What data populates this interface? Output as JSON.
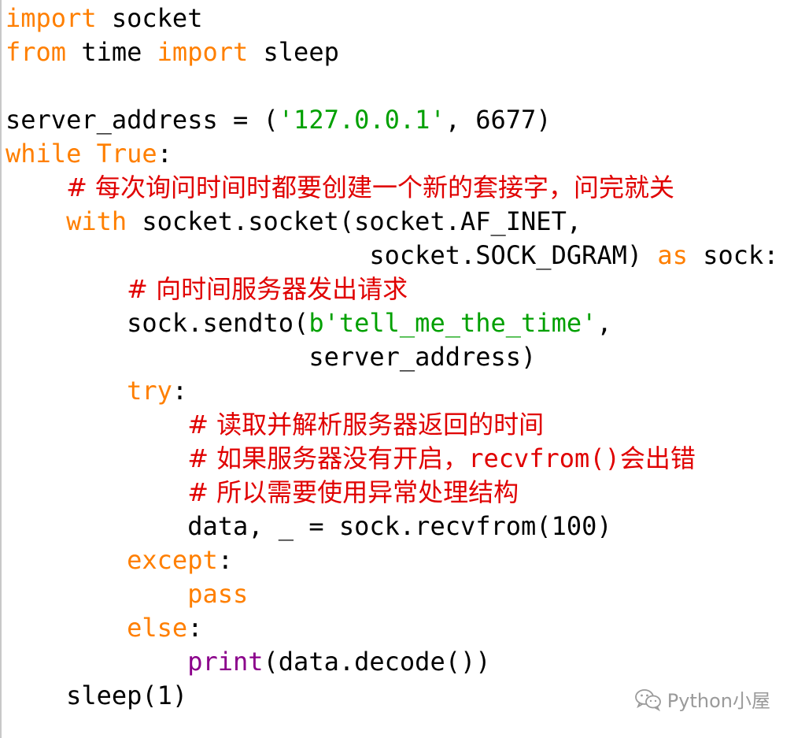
{
  "code_lines": [
    [
      {
        "t": "kw",
        "v": "import"
      },
      {
        "t": "tx",
        "v": " socket"
      }
    ],
    [
      {
        "t": "kw",
        "v": "from"
      },
      {
        "t": "tx",
        "v": " time "
      },
      {
        "t": "kw",
        "v": "import"
      },
      {
        "t": "tx",
        "v": " sleep"
      }
    ],
    [],
    [
      {
        "t": "tx",
        "v": "server_address = ("
      },
      {
        "t": "str",
        "v": "'127.0.0.1'"
      },
      {
        "t": "tx",
        "v": ", 6677)"
      }
    ],
    [
      {
        "t": "kw",
        "v": "while"
      },
      {
        "t": "tx",
        "v": " "
      },
      {
        "t": "kw",
        "v": "True"
      },
      {
        "t": "tx",
        "v": ":"
      }
    ],
    [
      {
        "t": "tx",
        "v": "    "
      },
      {
        "t": "cm",
        "v": "# 每次询问时间时都要创建一个新的套接字，问完就关"
      }
    ],
    [
      {
        "t": "tx",
        "v": "    "
      },
      {
        "t": "kw",
        "v": "with"
      },
      {
        "t": "tx",
        "v": " socket.socket(socket.AF_INET,"
      }
    ],
    [
      {
        "t": "tx",
        "v": "                        socket.SOCK_DGRAM) "
      },
      {
        "t": "kw",
        "v": "as"
      },
      {
        "t": "tx",
        "v": " sock:"
      }
    ],
    [
      {
        "t": "tx",
        "v": "        "
      },
      {
        "t": "cm",
        "v": "# 向时间服务器发出请求"
      }
    ],
    [
      {
        "t": "tx",
        "v": "        sock.sendto("
      },
      {
        "t": "str",
        "v": "b'tell_me_the_time'"
      },
      {
        "t": "tx",
        "v": ","
      }
    ],
    [
      {
        "t": "tx",
        "v": "                    server_address)"
      }
    ],
    [
      {
        "t": "tx",
        "v": "        "
      },
      {
        "t": "kw",
        "v": "try"
      },
      {
        "t": "tx",
        "v": ":"
      }
    ],
    [
      {
        "t": "tx",
        "v": "            "
      },
      {
        "t": "cm",
        "v": "# 读取并解析服务器返回的时间"
      }
    ],
    [
      {
        "t": "tx",
        "v": "            "
      },
      {
        "t": "cm",
        "v": "# 如果服务器没有开启，"
      },
      {
        "t": "cmmono",
        "v": "recvfrom()"
      },
      {
        "t": "cm",
        "v": "会出错"
      }
    ],
    [
      {
        "t": "tx",
        "v": "            "
      },
      {
        "t": "cm",
        "v": "# 所以需要使用异常处理结构"
      }
    ],
    [
      {
        "t": "tx",
        "v": "            data, _ = sock.recvfrom(100)"
      }
    ],
    [
      {
        "t": "tx",
        "v": "        "
      },
      {
        "t": "kw",
        "v": "except"
      },
      {
        "t": "tx",
        "v": ":"
      }
    ],
    [
      {
        "t": "tx",
        "v": "            "
      },
      {
        "t": "kw",
        "v": "pass"
      }
    ],
    [
      {
        "t": "tx",
        "v": "        "
      },
      {
        "t": "kw",
        "v": "else"
      },
      {
        "t": "tx",
        "v": ":"
      }
    ],
    [
      {
        "t": "tx",
        "v": "            "
      },
      {
        "t": "bi",
        "v": "print"
      },
      {
        "t": "tx",
        "v": "(data.decode())"
      }
    ],
    [
      {
        "t": "tx",
        "v": "    sleep(1)"
      }
    ]
  ],
  "watermark": {
    "icon": "wechat-icon",
    "text": "Python小屋"
  },
  "colors": {
    "keyword": "#ff7f00",
    "string": "#00a000",
    "comment": "#e00000",
    "builtin": "#8b008b",
    "text": "#000000",
    "watermark": "#9a9a9a"
  }
}
